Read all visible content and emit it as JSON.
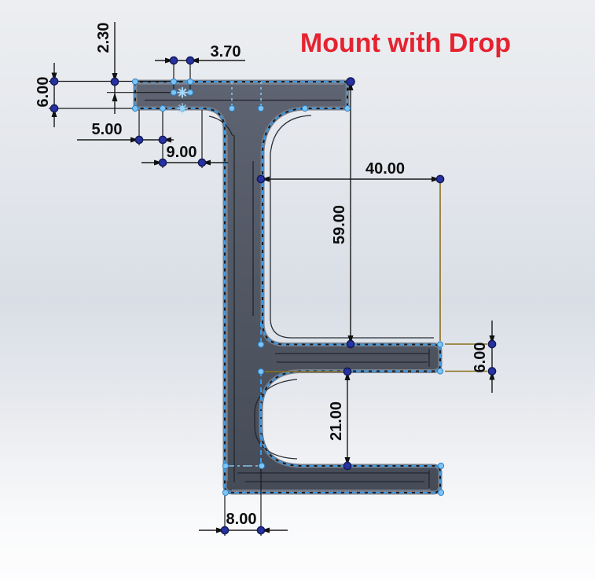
{
  "title": {
    "text": "Mount with Drop",
    "color": "#e52330"
  },
  "part": {
    "name": "mount-cross-section",
    "fill_top": "#5e6472",
    "fill_bottom": "#454b57",
    "edge_color": "#171b22"
  },
  "sketch": {
    "selected_color": "#3d9ae4",
    "point_color": "#7cc4f4",
    "origin_marker": "star-icon"
  },
  "dimensions": {
    "point_color": "#2732a2",
    "extension_color": "#8a6f1c",
    "items": [
      {
        "id": "notch-depth",
        "value": "2.30",
        "orientation": "vertical"
      },
      {
        "id": "flange-thickness",
        "value": "6.00",
        "orientation": "vertical"
      },
      {
        "id": "notch-width",
        "value": "3.70",
        "orientation": "horizontal"
      },
      {
        "id": "edge-offset",
        "value": "5.00",
        "orientation": "horizontal"
      },
      {
        "id": "fillet-offset",
        "value": "9.00",
        "orientation": "horizontal"
      },
      {
        "id": "arm-length",
        "value": "40.00",
        "orientation": "horizontal"
      },
      {
        "id": "drop-height",
        "value": "59.00",
        "orientation": "vertical"
      },
      {
        "id": "arm-thickness",
        "value": "6.00",
        "orientation": "vertical"
      },
      {
        "id": "fork-gap",
        "value": "21.00",
        "orientation": "vertical"
      },
      {
        "id": "stem-width",
        "value": "8.00",
        "orientation": "horizontal"
      }
    ]
  }
}
